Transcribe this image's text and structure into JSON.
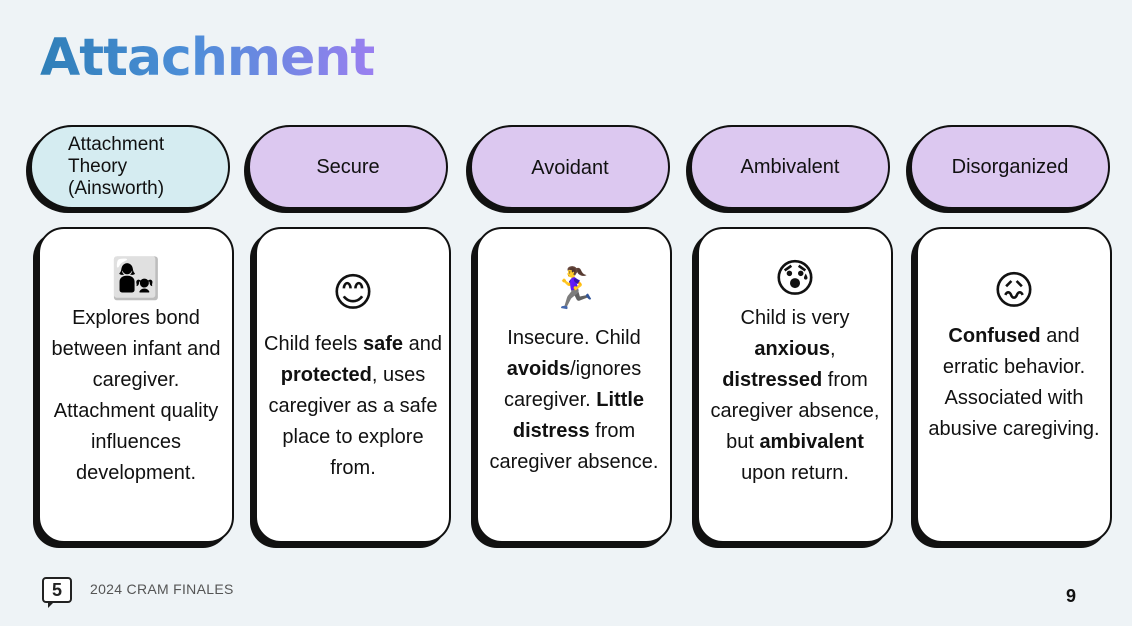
{
  "title": "Attachment",
  "columns": [
    {
      "header": "Attachment\nTheory\n(Ainsworth)",
      "icon": "woman-and-child-icon",
      "emoji": "👩‍👧",
      "body_html": "Explores bond between infant and caregiver. Attachment quality influences development."
    },
    {
      "header": "Secure",
      "icon": "smiling-face-icon",
      "emoji": "😊",
      "body_html": "Child feels <b>safe</b> and <b>protected</b>, uses caregiver as a safe place to explore from."
    },
    {
      "header": "Avoidant",
      "icon": "woman-running-icon",
      "emoji": "🏃‍♀️",
      "body_html": "Insecure. Child <b>avoids</b>/ignores caregiver. <b>Little distress</b> from caregiver absence."
    },
    {
      "header": "Ambivalent",
      "icon": "anxious-face-with-sweat-icon",
      "emoji": "😰",
      "body_html": "Child is very <b>anxious</b>, <b>distressed</b> from caregiver absence, but <b>ambivalent</b> upon return."
    },
    {
      "header": "Disorganized",
      "icon": "confounded-face-icon",
      "emoji": "😖",
      "body_html": "<b>Confused</b> and erratic behavior. Associated with abusive caregiving."
    }
  ],
  "footer": {
    "logo": "5",
    "text": "2024 CRAM FINALES",
    "page_number": "9"
  },
  "colors": {
    "background": "#eef3f6",
    "theory_pill": "#d5ecf1",
    "type_pill": "#dcc8f0",
    "title_gradient_start": "#2f7fb8",
    "title_gradient_end": "#9a7ff0"
  }
}
